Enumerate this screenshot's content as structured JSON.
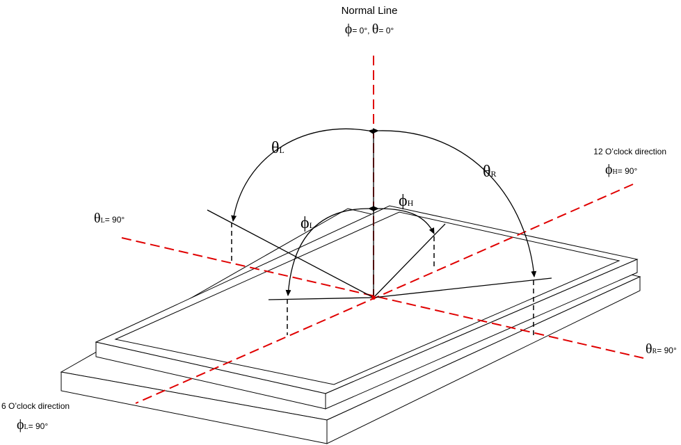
{
  "normal_line": {
    "title": "Normal Line",
    "phi_symbol": "ϕ",
    "phi_value": "= 0°, ",
    "theta_symbol": "θ",
    "theta_value": "= 0°"
  },
  "theta_l_arc": {
    "symbol": "θ",
    "sub": "L"
  },
  "theta_r_arc": {
    "symbol": "θ",
    "sub": "R"
  },
  "phi_l_arc": {
    "symbol": "ϕ",
    "sub": "L"
  },
  "phi_h_arc": {
    "symbol": "ϕ",
    "sub": "H"
  },
  "twelve_oclock": {
    "title": "12 O’clock direction",
    "symbol": "ϕ",
    "sub": "H",
    "value": "= 90°"
  },
  "six_oclock": {
    "title": "6 O’clock direction",
    "symbol": "ϕ",
    "sub": "L",
    "value": "= 90°"
  },
  "theta_l_axis": {
    "symbol": "θ",
    "sub": "L",
    "value": "= 90°"
  },
  "theta_r_axis": {
    "symbol": "θ",
    "sub": "R",
    "value": "= 90°"
  },
  "colors": {
    "axis": "#e00000",
    "line": "#000000"
  }
}
